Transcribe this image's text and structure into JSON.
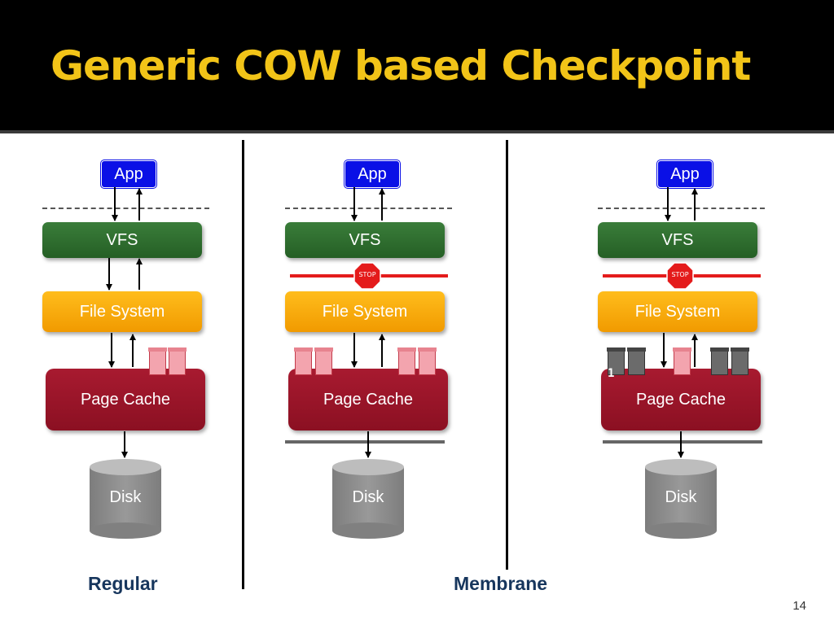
{
  "slide": {
    "title": "Generic COW based Checkpoint",
    "number": "14"
  },
  "colors": {
    "title": "#f2c418",
    "app": "#0a10e6",
    "vfs": "#2e6e2e",
    "file_system": "#f8a80e",
    "page_cache": "#9a1428",
    "disk": "#8a8a8a",
    "stop_line": "#e41b1b",
    "dirty_page": "#f3a4ae",
    "saved_page": "#6b6b6b"
  },
  "layers": {
    "app": "App",
    "vfs": "VFS",
    "file_system": "File System",
    "page_cache": "Page Cache",
    "disk": "Disk"
  },
  "stop_sign": "STOP",
  "page_marker": "1",
  "captions": {
    "regular": "Regular",
    "membrane": "Membrane"
  }
}
